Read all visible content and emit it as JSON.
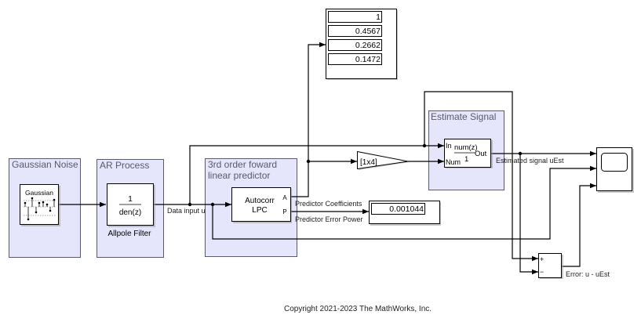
{
  "model": {
    "areas": {
      "gaussian_noise": "Gaussian Noise",
      "ar_process": "AR Process",
      "predictor_line1": "3rd order foward",
      "predictor_line2": "linear predictor",
      "estimate_signal": "Estimate Signal"
    },
    "blocks": {
      "gaussian_source": {
        "label": "Gaussian",
        "icon": "gaussian-stem-plot-icon"
      },
      "allpole_filter": {
        "numerator": "1",
        "denominator": "den(z)",
        "name": "Allpole Filter"
      },
      "autocorr_lpc": {
        "line1": "Autocorr",
        "line2": "LPC",
        "port_a": "A",
        "port_p": "P"
      },
      "gain": {
        "label": "[1x4]"
      },
      "estimate_filter": {
        "port_in": "In",
        "port_num": "Num",
        "port_out": "Out",
        "numerator": "num(z)",
        "denominator": "1"
      },
      "sum": {
        "plus": "+",
        "minus": "−"
      },
      "scope": {
        "icon": "scope-icon"
      }
    },
    "displays": {
      "coefficients": [
        "1",
        "0.4567",
        "0.2662",
        "0.1472"
      ],
      "error_power": "0.001044"
    },
    "signals": {
      "data_input": "Data input u",
      "predictor_coefficients": "Predictor Coefficients",
      "predictor_error_power": "Predictor Error Power",
      "estimated_signal": "Estimated signal uEst",
      "error": "Error: u - uEst"
    },
    "copyright": "Copyright 2021-2023 The MathWorks, Inc."
  }
}
